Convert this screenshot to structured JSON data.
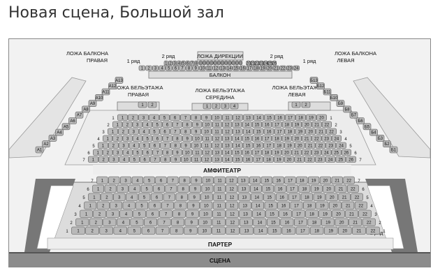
{
  "title": "Новая сцена, Большой зал",
  "sections": {
    "loge_balcony_right": [
      "ЛОЖА БАЛКОНА",
      "ПРАВАЯ"
    ],
    "loge_balcony_left": [
      "ЛОЖА БАЛКОНА",
      "ЛЕВАЯ"
    ],
    "loge_direction": "ЛОЖА ДИРЕКЦИИ",
    "balcony": "БАЛКОН",
    "row1": "1 ряд",
    "row2": "2 ряд",
    "loge_beletage_right": [
      "ЛОЖА БЕЛЬЭТАЖА",
      "ПРАВАЯ"
    ],
    "loge_beletage_middle": [
      "ЛОЖА БЕЛЬЭТАЖА",
      "СЕРЕДИНА"
    ],
    "loge_beletage_left": [
      "ЛОЖА БЕЛЬЭТАЖА",
      "ЛЕВАЯ"
    ],
    "amphitheatre": "АМФИТЕАТР",
    "parterre": "ПАРТЕР",
    "stage": "СЦЕНА",
    "parterre_row1": "1 ряд"
  },
  "side_seats_right": [
    "A1",
    "A2",
    "A3",
    "A4",
    "A5",
    "A6",
    "A7",
    "A8",
    "A9",
    "A10",
    "A11",
    "A12",
    "A13"
  ],
  "side_seats_left": [
    "Б1",
    "Б2",
    "Б3",
    "Б4",
    "Б5",
    "Б6",
    "Б7",
    "Б8",
    "Б9",
    "Б10",
    "Б11",
    "Б12",
    "Б13"
  ],
  "balcony_row1_seats": 24,
  "balcony_row2_seats": 26,
  "direction_seats": 12,
  "beletage_right_seats": [
    "1",
    "2"
  ],
  "beletage_middle_seats": [
    "1",
    "2",
    "3",
    "4"
  ],
  "beletage_left_seats": [
    "1",
    "2"
  ],
  "amphitheatre_rows": [
    {
      "row": "1",
      "seats": 20
    },
    {
      "row": "2",
      "seats": 22
    },
    {
      "row": "3",
      "seats": 22
    },
    {
      "row": "4",
      "seats": 24
    },
    {
      "row": "5",
      "seats": 24
    },
    {
      "row": "6",
      "seats": 26
    },
    {
      "row": "7",
      "seats": 26
    }
  ],
  "parterre_rows": [
    {
      "row": "7",
      "seats": 22
    },
    {
      "row": "6",
      "seats": 22
    },
    {
      "row": "5",
      "seats": 22
    },
    {
      "row": "4",
      "seats": 22
    },
    {
      "row": "3",
      "seats": 22
    },
    {
      "row": "2",
      "seats": 22
    },
    {
      "row": "1",
      "seats": 22
    }
  ],
  "colors": {
    "seat": "#b9b9b9",
    "seat_border": "#555555",
    "frame": "#888888",
    "background": "#f2f2f2"
  }
}
